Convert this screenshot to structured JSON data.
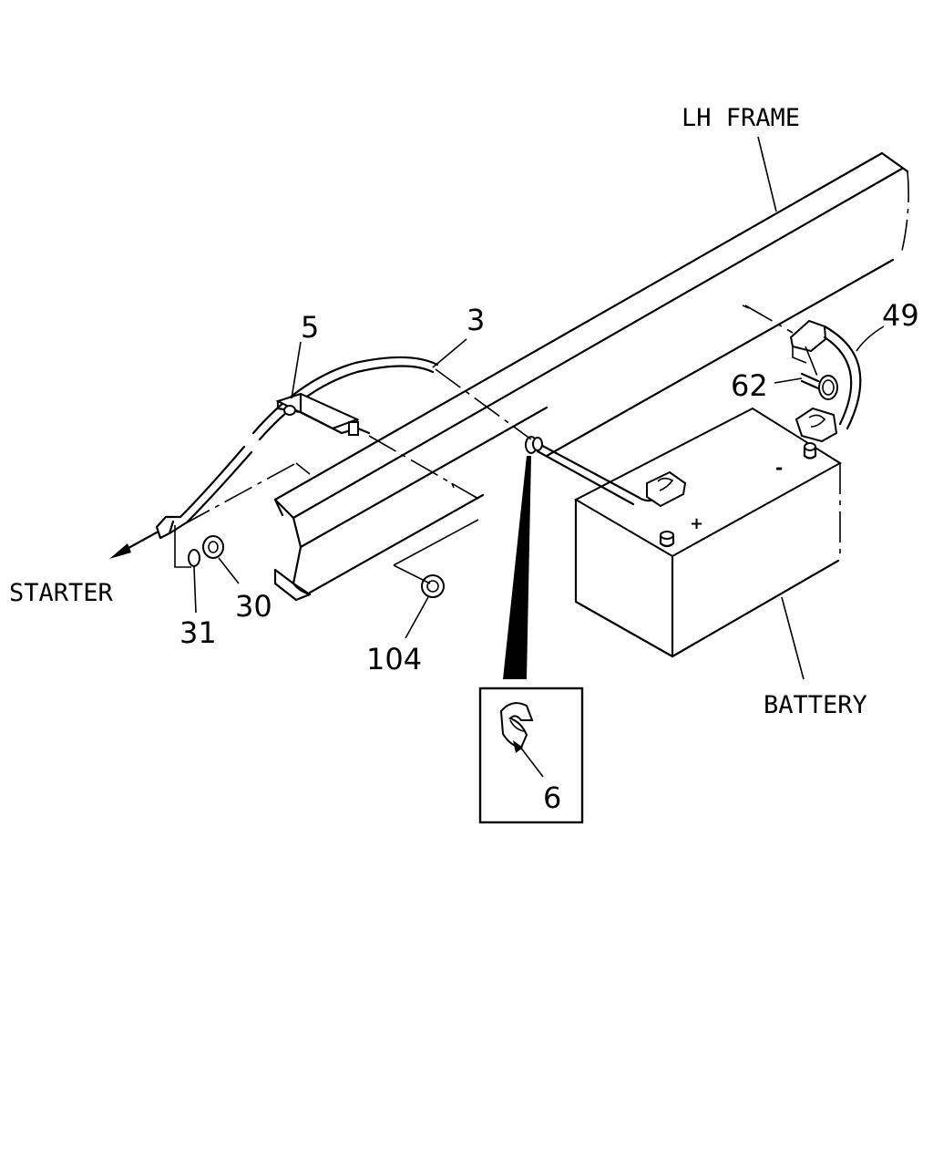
{
  "labels": {
    "lh_frame": "LH FRAME",
    "starter": "STARTER",
    "battery": "BATTERY",
    "positive": "+",
    "negative": "-"
  },
  "callouts": {
    "p3": "3",
    "p5": "5",
    "p6": "6",
    "p30": "30",
    "p31": "31",
    "p49": "49",
    "p62": "62",
    "p104": "104"
  }
}
